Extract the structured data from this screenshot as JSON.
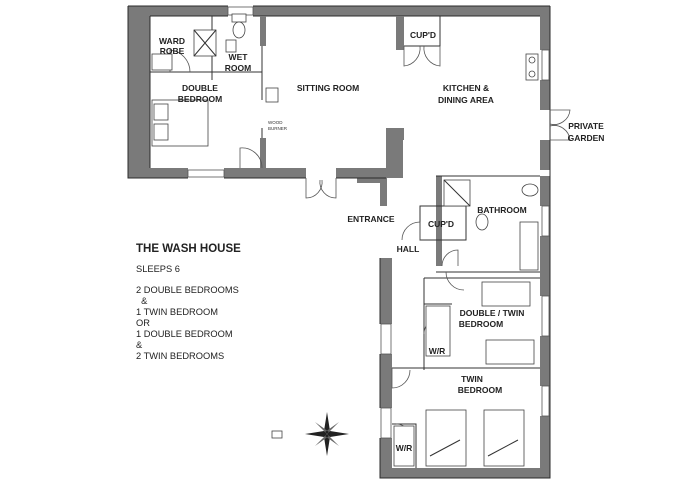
{
  "rooms": {
    "wardrobe": [
      "WARD",
      "ROBE"
    ],
    "wet_room": [
      "WET",
      "ROOM"
    ],
    "double_bedroom": [
      "DOUBLE",
      "BEDROOM"
    ],
    "sitting_room": "SITTING ROOM",
    "wood_burner": [
      "WOOD",
      "BURNER"
    ],
    "cupd_kitchen": "CUP'D",
    "kitchen": [
      "KITCHEN &",
      "DINING AREA"
    ],
    "private_garden": [
      "PRIVATE",
      "GARDEN"
    ],
    "entrance": "ENTRANCE",
    "cupd_hall": "CUP'D",
    "bathroom": "BATHROOM",
    "hall": "HALL",
    "double_twin": [
      "DOUBLE / TWIN",
      "BEDROOM"
    ],
    "wr_1": "W/R",
    "twin_bedroom": [
      "TWIN",
      "BEDROOM"
    ],
    "wr_2": "W/R"
  },
  "info": {
    "title": "THE WASH HOUSE",
    "sleeps": "SLEEPS 6",
    "lines": [
      "2 DOUBLE BEDROOMS",
      "  &",
      "1 TWIN BEDROOM",
      "OR",
      "1 DOUBLE BEDROOM",
      "&",
      "2 TWIN BEDROOMS"
    ]
  }
}
